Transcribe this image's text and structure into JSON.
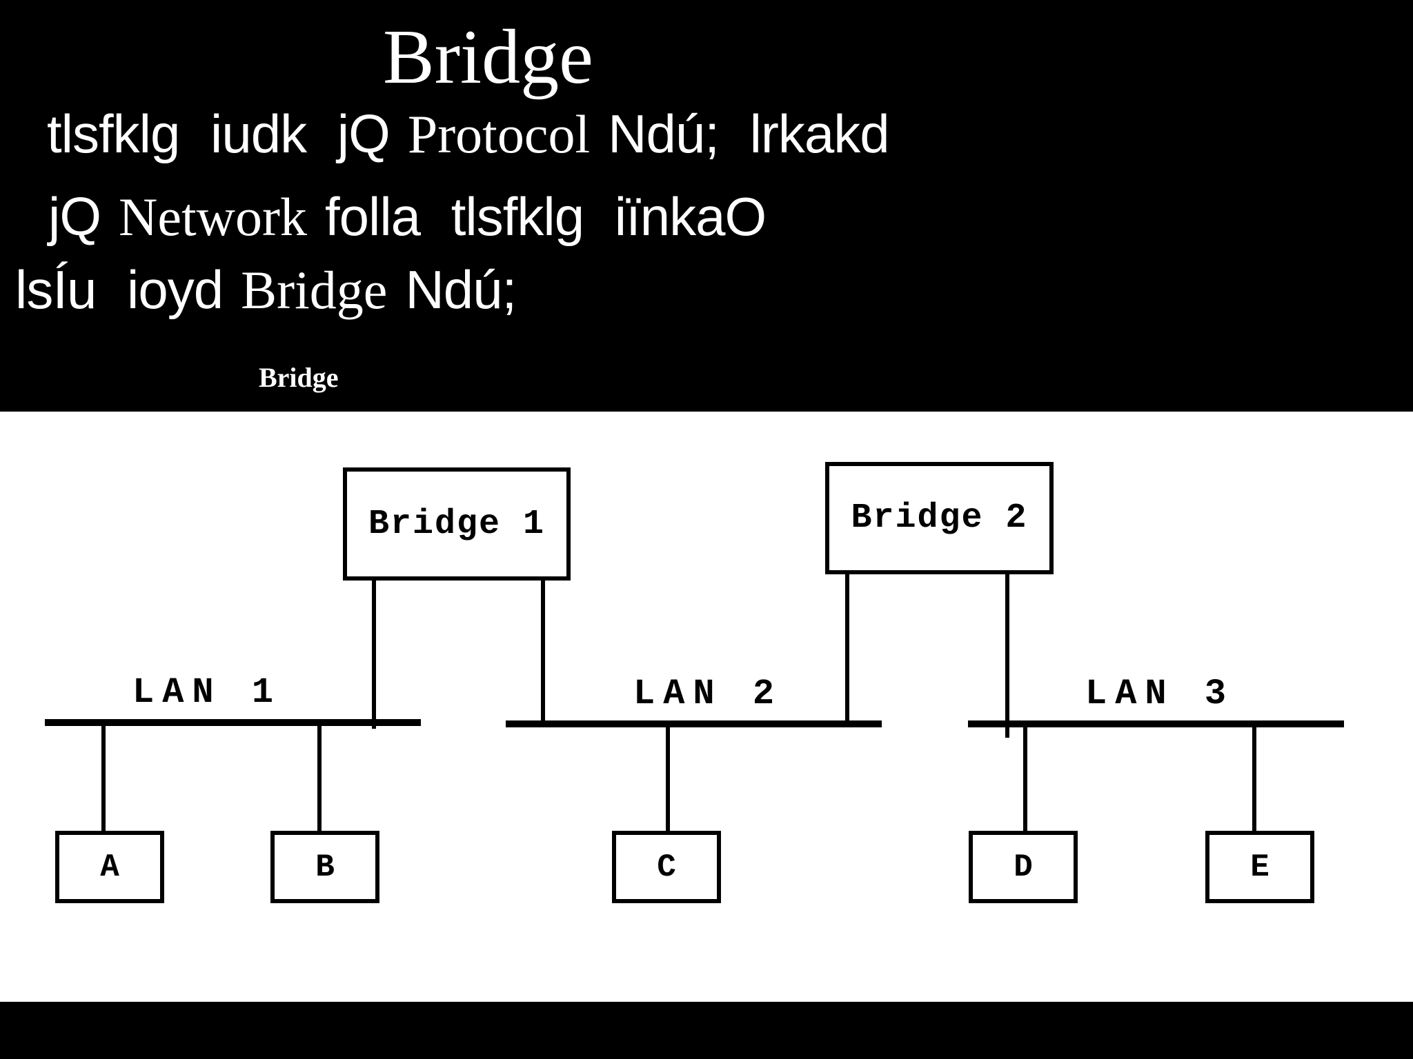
{
  "colors": {
    "header_background": "#000000",
    "header_text": "#ffffff",
    "diagram_background": "#ffffff",
    "diagram_lines": "#000000",
    "footer_background": "#000000"
  },
  "header": {
    "title": "Bridge",
    "line1": {
      "pre": "tlsfklg  iudk  jQ",
      "en": "Protocol",
      "post": "Ndú;  lrkakd"
    },
    "line2": {
      "pre": "jQ",
      "en": "Network",
      "post": "folla  tlsfklg  iïnkaO"
    },
    "line3": {
      "pre": "lsÍu  ioyd",
      "en": "Bridge",
      "post": "Ndú;"
    },
    "caption": "Bridge"
  },
  "diagram": {
    "bridges": [
      {
        "label": "Bridge 1"
      },
      {
        "label": "Bridge 2"
      }
    ],
    "lans": [
      {
        "label": "LAN 1"
      },
      {
        "label": "LAN 2"
      },
      {
        "label": "LAN 3"
      }
    ],
    "nodes": [
      {
        "label": "A"
      },
      {
        "label": "B"
      },
      {
        "label": "C"
      },
      {
        "label": "D"
      },
      {
        "label": "E"
      }
    ]
  }
}
